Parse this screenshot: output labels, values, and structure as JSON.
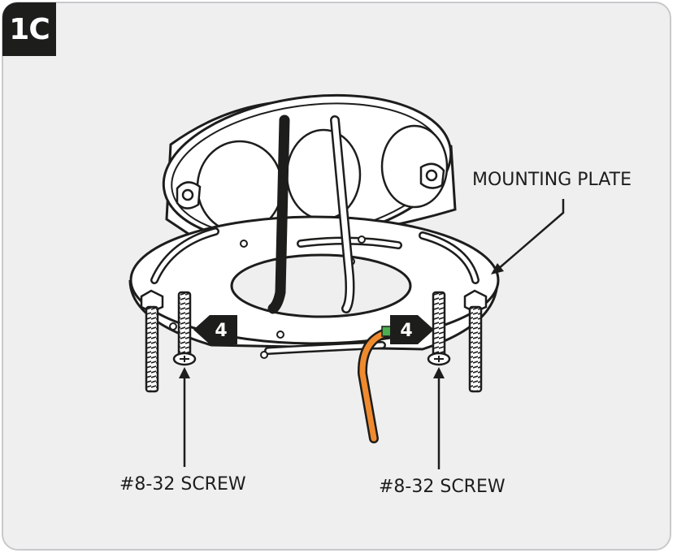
{
  "step": {
    "label": "1C"
  },
  "labels": {
    "mounting_plate": "MOUNTING PLATE",
    "screw_left": "#8-32 SCREW",
    "screw_right": "#8-32 SCREW"
  },
  "callouts": {
    "left_number": "4",
    "right_number": "4"
  },
  "colors": {
    "background": "#efeff0",
    "frame_border": "#c9c9cb",
    "ink": "#1d1d1b",
    "ground_wire": "#f08a2e",
    "wire_nut": "#4caf50"
  }
}
